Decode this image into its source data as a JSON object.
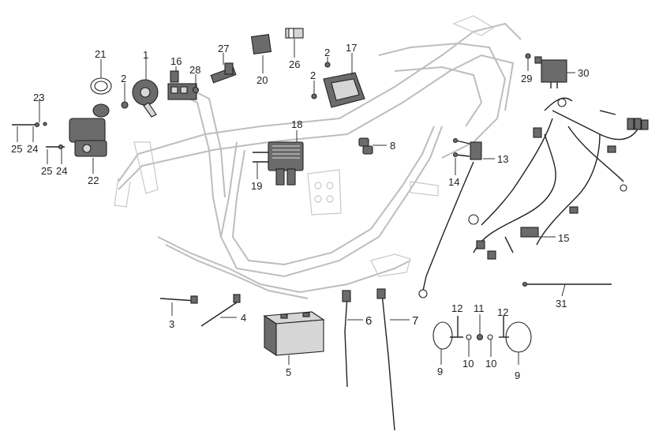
{
  "diagram": {
    "callouts": {
      "n1": "1",
      "n2a": "2",
      "n2b": "2",
      "n2c": "2",
      "n3": "3",
      "n4": "4",
      "n5": "5",
      "n6": "6",
      "n7": "7",
      "n8": "8",
      "n9a": "9",
      "n9b": "9",
      "n10a": "10",
      "n10b": "10",
      "n11": "11",
      "n12a": "12",
      "n12b": "12",
      "n13": "13",
      "n14": "14",
      "n15": "15",
      "n16": "16",
      "n17": "17",
      "n18": "18",
      "n19": "19",
      "n20": "20",
      "n21": "21",
      "n22": "22",
      "n23": "23",
      "n24a": "24",
      "n24b": "24",
      "n25a": "25",
      "n25b": "25",
      "n26": "26",
      "n27": "27",
      "n28": "28",
      "n29": "29",
      "n30": "30",
      "n31": "31"
    }
  }
}
